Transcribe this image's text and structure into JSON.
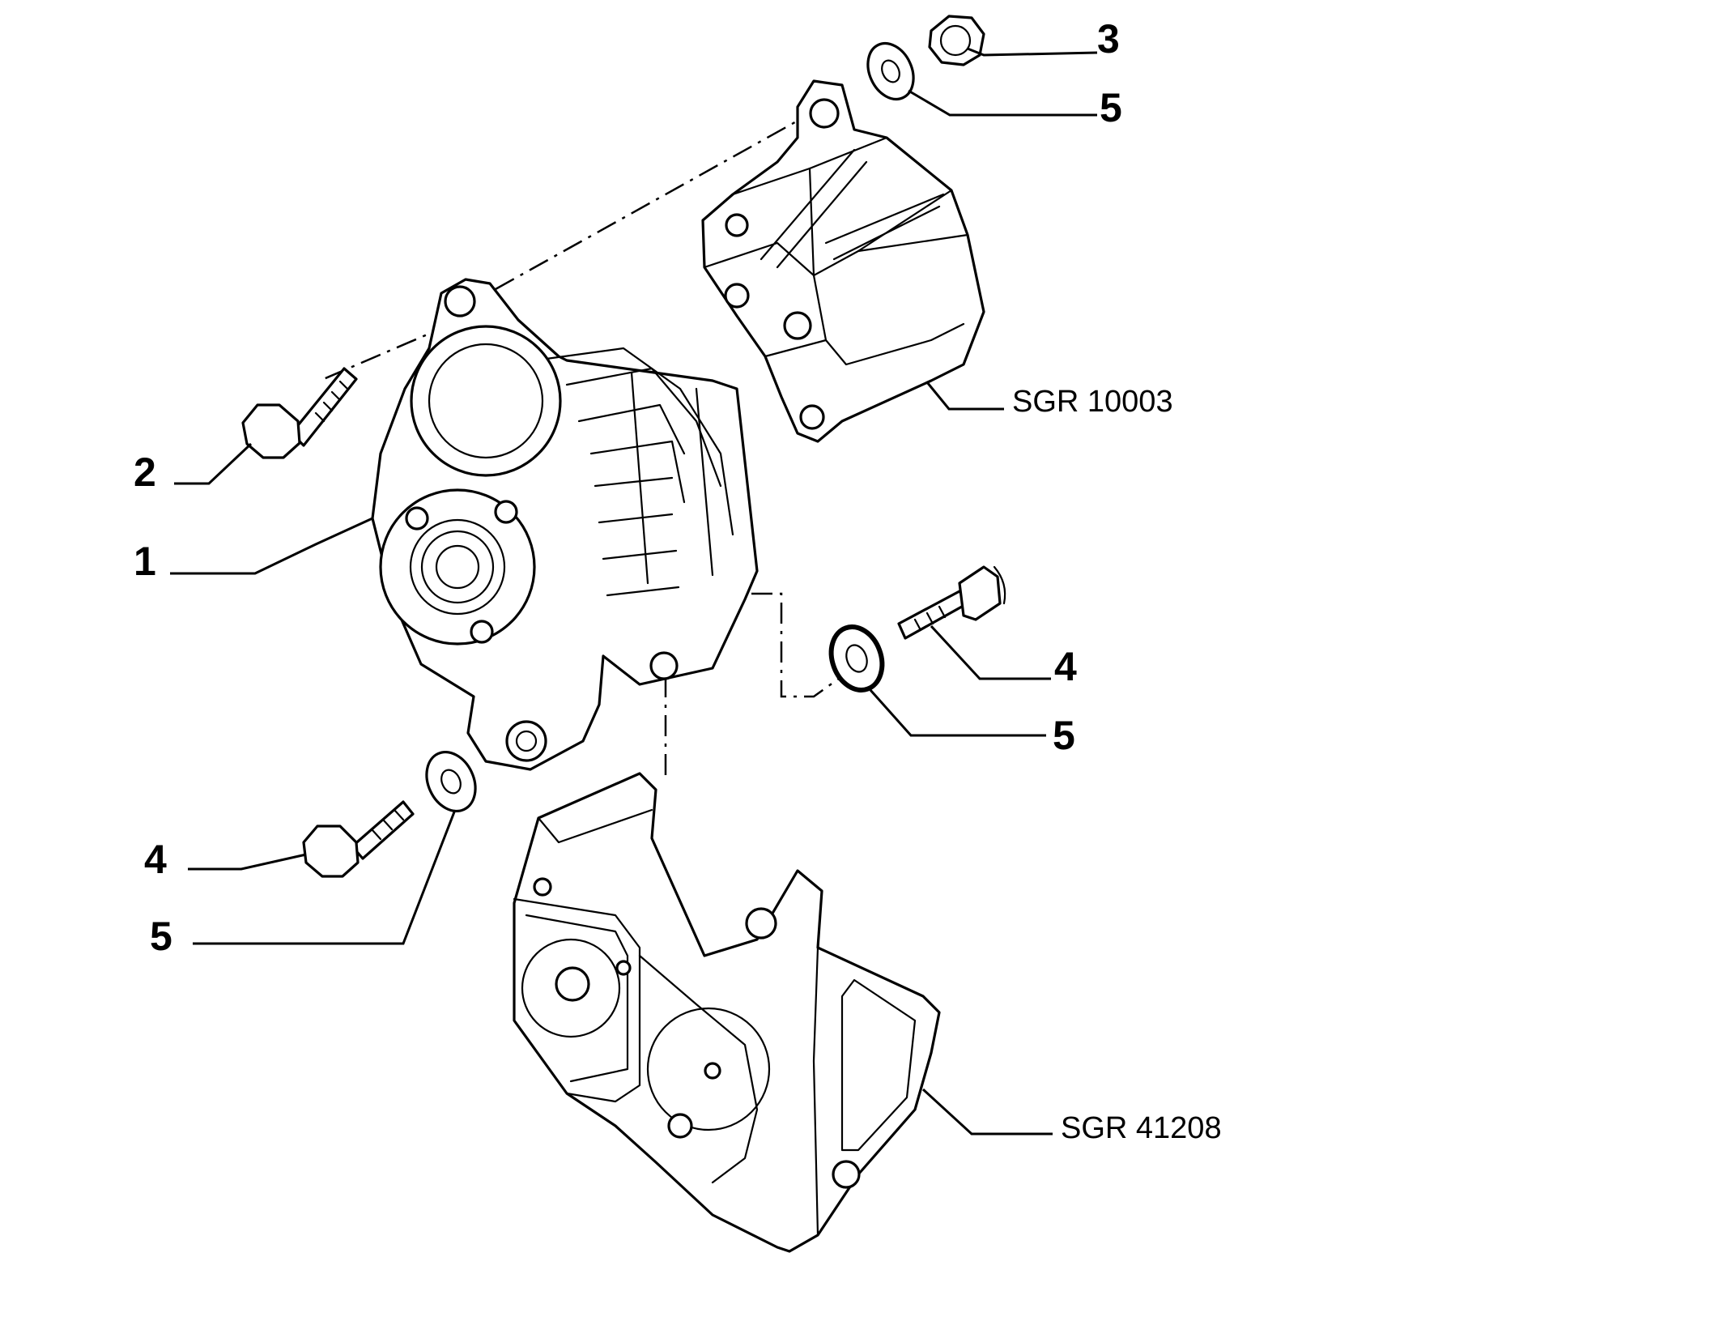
{
  "callouts": {
    "c1": "1",
    "c2": "2",
    "c3": "3",
    "c4_right": "4",
    "c4_left": "4",
    "c5_top": "5",
    "c5_right": "5",
    "c5_left": "5"
  },
  "refs": {
    "upper_bracket": "SGR 10003",
    "lower_bracket": "SGR 41208"
  }
}
